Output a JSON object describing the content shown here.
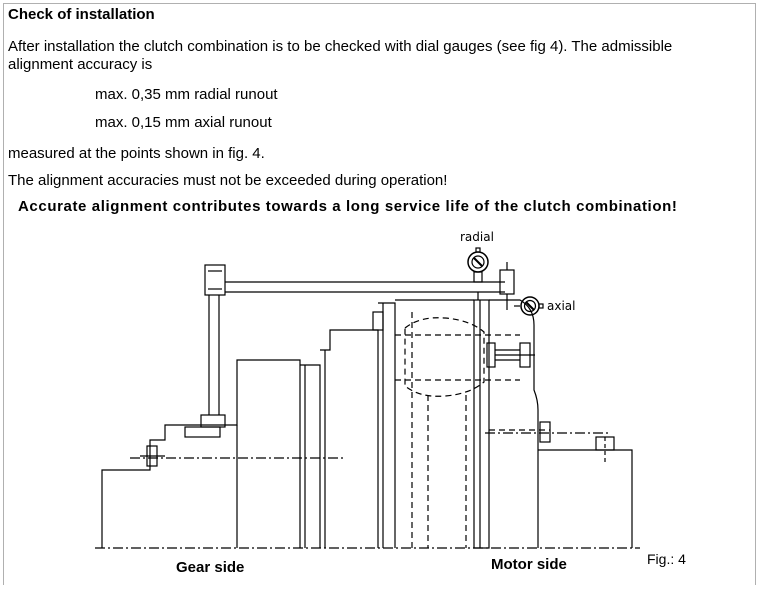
{
  "title": "Check of installation",
  "intro": "After installation the clutch combination is to be checked with dial gauges (see fig 4). The admissible alignment accuracy is",
  "limits": [
    "max. 0,35 mm radial runout",
    "max. 0,15 mm axial runout"
  ],
  "measured": "measured at the points shown in fig. 4.",
  "warning": "The alignment accuracies must not be exceeded during operation!",
  "bullet": "Accurate alignment contributes towards a long service life of the clutch combination!",
  "figure": {
    "radial_label": "radial",
    "axial_label": "axial",
    "gear_side": "Gear side",
    "motor_side": "Motor side",
    "caption": "Fig.: 4"
  }
}
